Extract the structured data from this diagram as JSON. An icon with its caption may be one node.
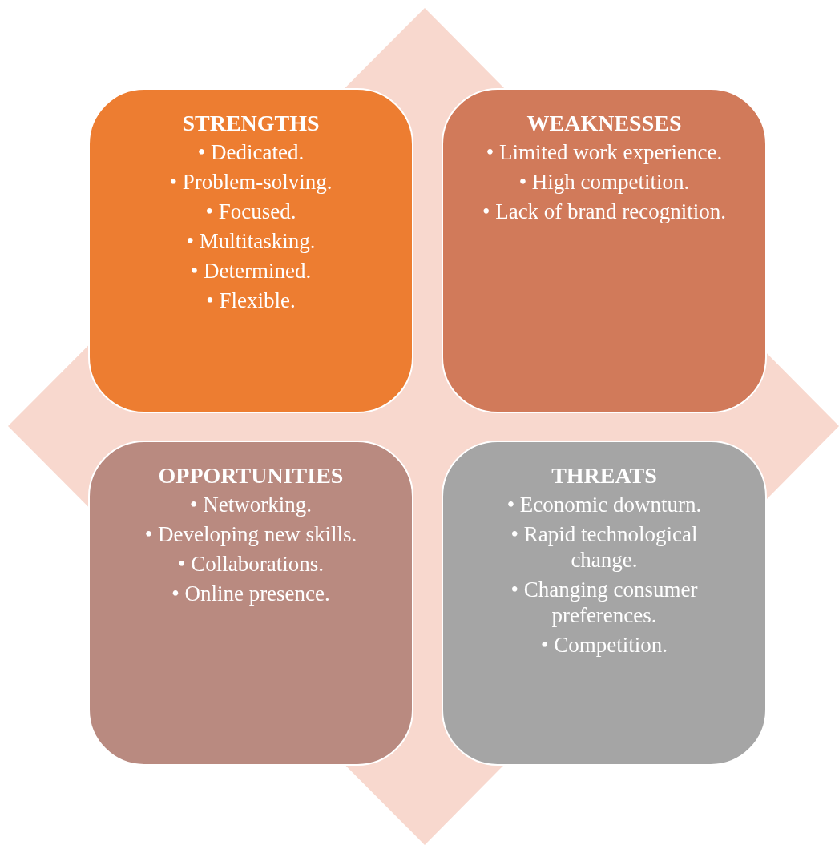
{
  "diagram": {
    "nodes": [
      {
        "text": [
          "STRENGTHS",
          "• Dedicated.",
          "• Problem-solving.",
          "• Focused.",
          "• Multitasking.",
          "• Determined.",
          "• Flexible."
        ]
      },
      {
        "text": [
          "WEAKNESSES",
          "• Limited work experience.",
          "• High competition.",
          "• Lack of brand recognition."
        ]
      },
      {
        "text": [
          "OPPORTUNITIES",
          "• Networking.",
          "• Developing new skills.",
          "• Collaborations.",
          "• Online presence."
        ]
      },
      {
        "text": [
          "THREATS",
          "• Economic downturn.",
          "• Rapid technological change.",
          "• Changing consumer preferences.",
          "• Competition."
        ]
      }
    ]
  }
}
